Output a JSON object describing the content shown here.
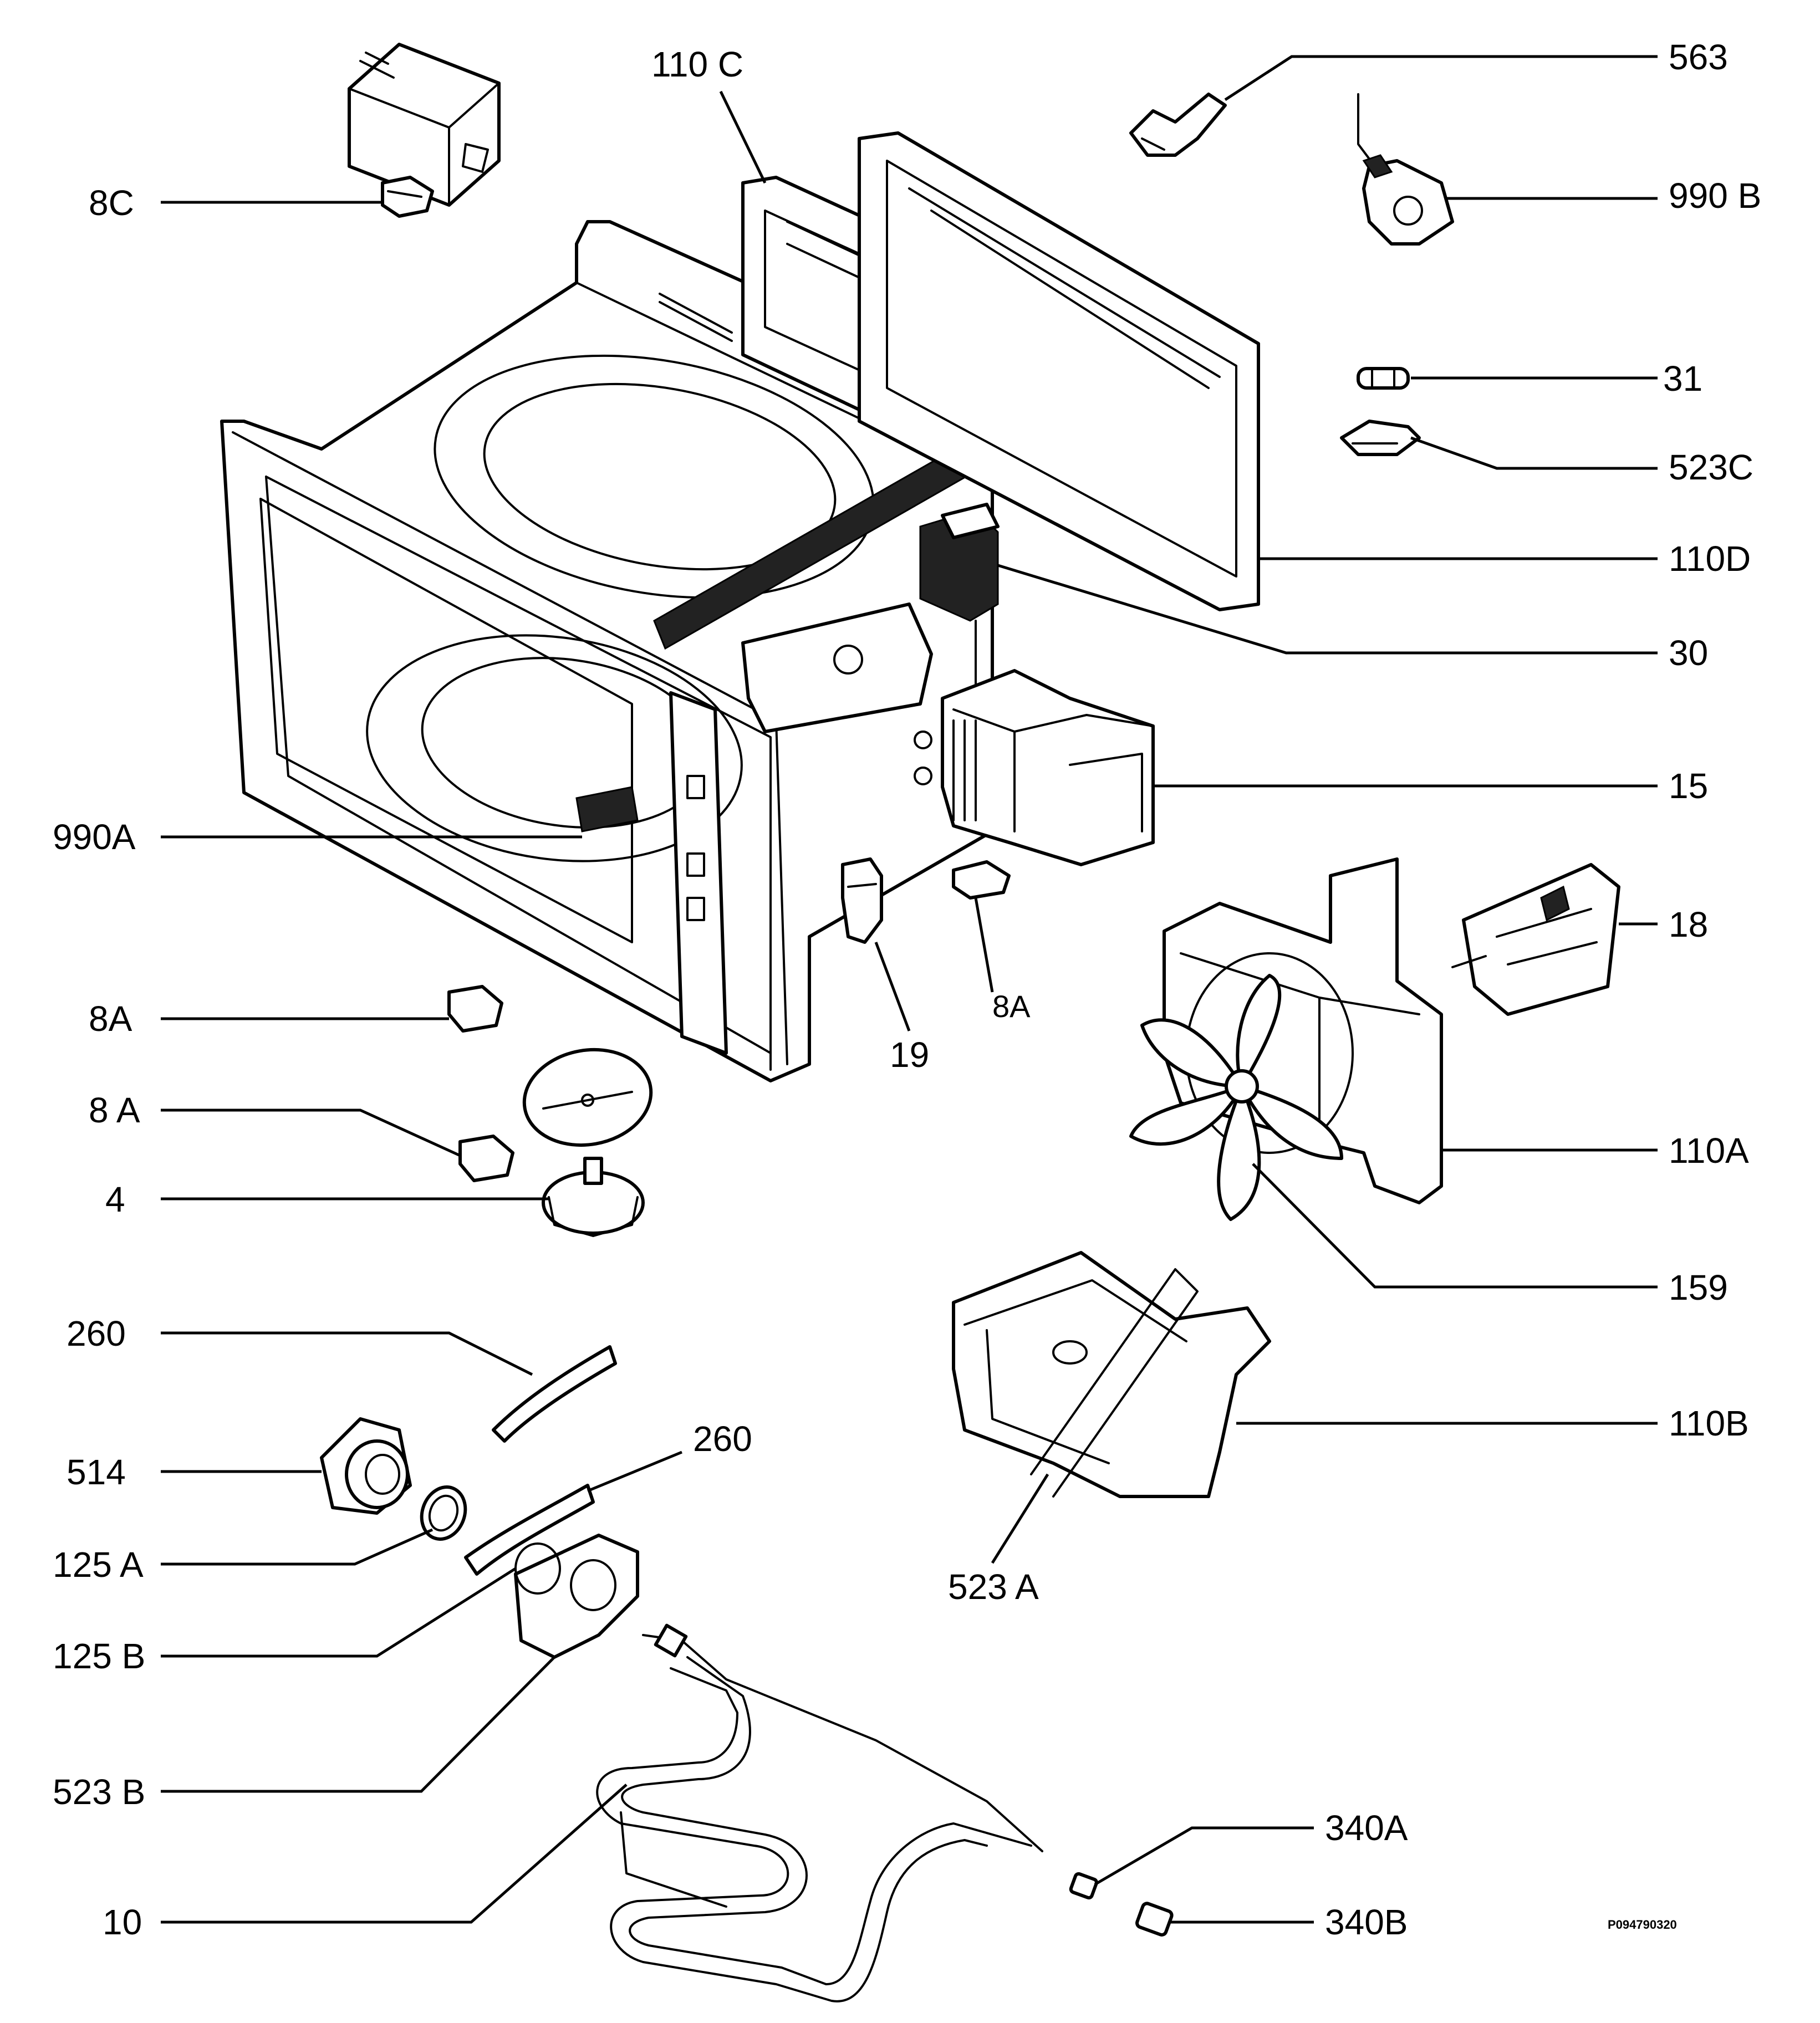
{
  "diagram": {
    "ref_code": "P094790320",
    "labels": {
      "l_8C": "8C",
      "l_110C": "110 C",
      "l_563": "563",
      "l_990B": "990 B",
      "l_31": "31",
      "l_523C": "523C",
      "l_110D": "110D",
      "l_30": "30",
      "l_15": "15",
      "l_990A": "990A",
      "l_18": "18",
      "l_8A_mid": "8A",
      "l_19": "19",
      "l_8A_a": "8A",
      "l_8A_b": "8 A",
      "l_4": "4",
      "l_110A": "110A",
      "l_159": "159",
      "l_260_a": "260",
      "l_260_b": "260",
      "l_110B": "110B",
      "l_514": "514",
      "l_125A": "125 A",
      "l_125B": "125 B",
      "l_523A": "523 A",
      "l_523B": "523 B",
      "l_340A": "340A",
      "l_10": "10",
      "l_340B": "340B"
    }
  }
}
